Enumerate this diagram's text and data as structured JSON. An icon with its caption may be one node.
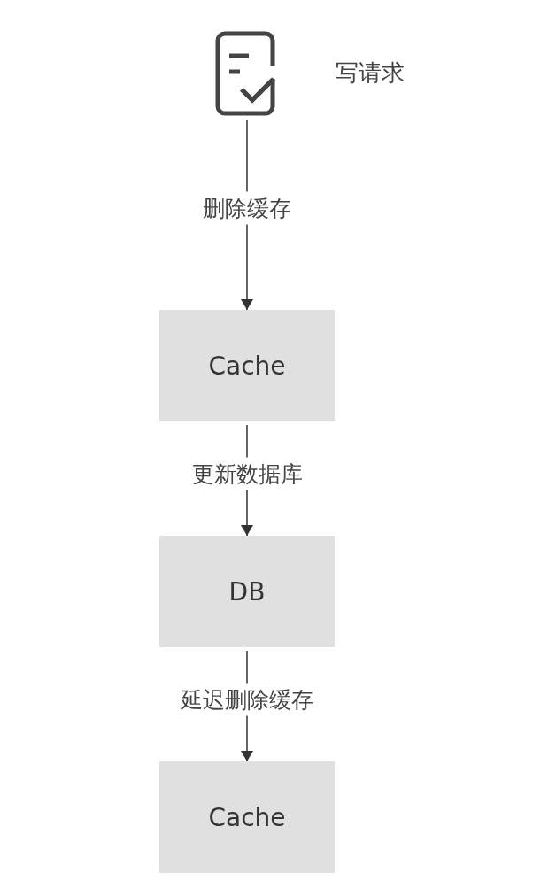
{
  "diagram": {
    "nodes": [
      {
        "text": [],
        "shape": "document",
        "beside": [
          "写请求"
        ]
      },
      {
        "text": [
          "Cache"
        ]
      },
      {
        "text": [
          "DB"
        ]
      },
      {
        "text": [
          "Cache"
        ]
      }
    ],
    "edges": [
      {
        "from": 0,
        "to": 1,
        "arrow": "to",
        "label": "删除缓存"
      },
      {
        "from": 1,
        "to": 2,
        "arrow": "to",
        "label": "更新数据库"
      },
      {
        "from": 2,
        "to": 3,
        "arrow": "to",
        "label": "延迟删除缓存"
      }
    ]
  }
}
